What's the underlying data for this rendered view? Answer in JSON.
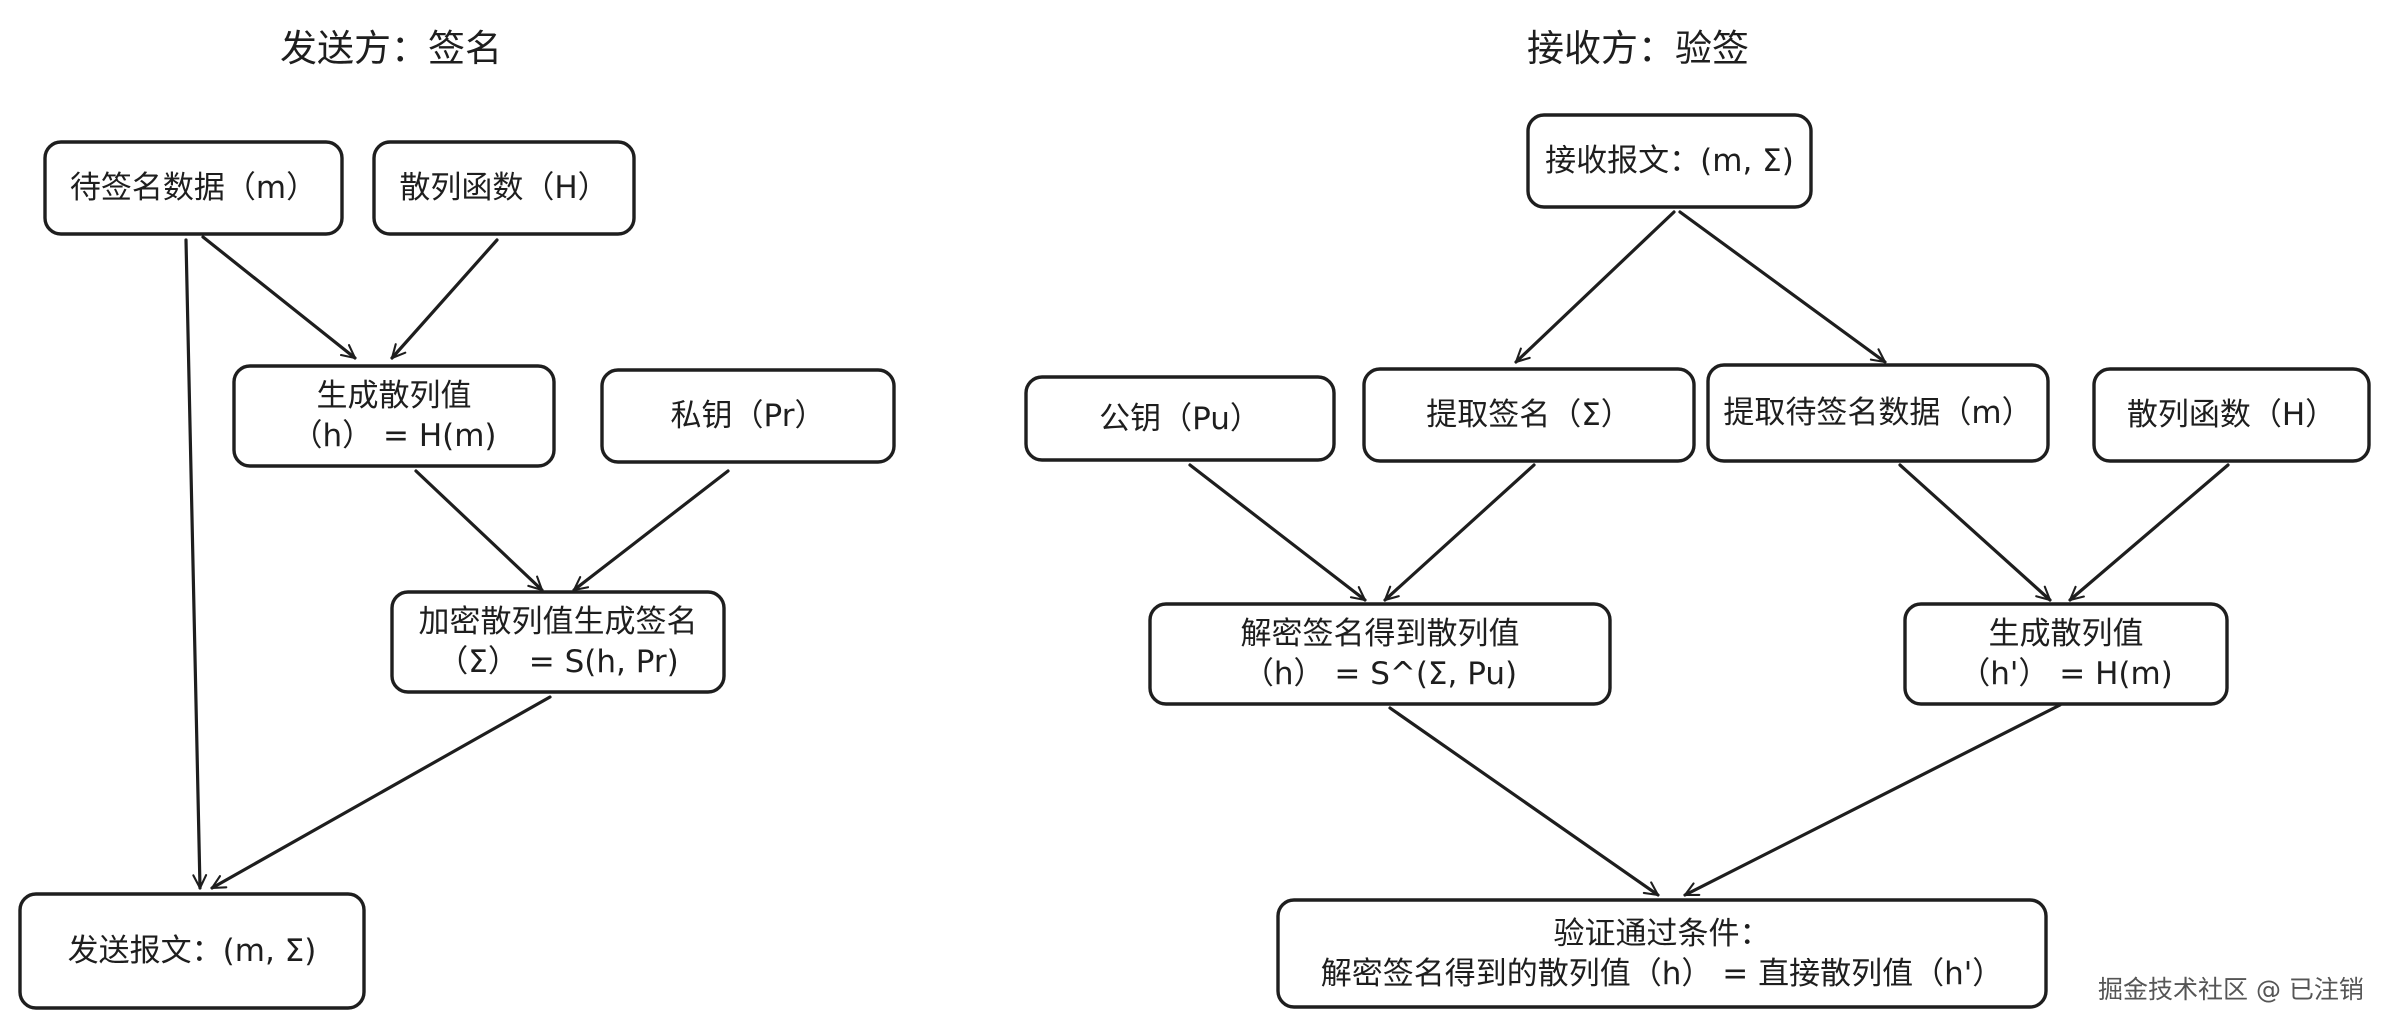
{
  "sender": {
    "title": "发送方：签名",
    "data_box": "待签名数据（m）",
    "hash_fn_box": "散列函数（H）",
    "hash_box": {
      "line1": "生成散列值",
      "line2": "（h） = H(m)"
    },
    "private_key_box": "私钥（Pr）",
    "encrypt_box": {
      "line1": "加密散列值生成签名",
      "line2": "（Σ） = S(h, Pr)"
    },
    "send_box": "发送报文：(m, Σ)"
  },
  "receiver": {
    "title": "接收方：验签",
    "receive_box": "接收报文：(m, Σ)",
    "public_key_box": "公钥（Pu）",
    "extract_sig_box": "提取签名（Σ）",
    "extract_data_box": "提取待签名数据（m）",
    "hash_fn_box": "散列函数（H）",
    "decrypt_box": {
      "line1": "解密签名得到散列值",
      "line2": "（h） = S^(Σ, Pu)"
    },
    "hash_box": {
      "line1": "生成散列值",
      "line2": "（h'） = H(m)"
    },
    "verify_box": {
      "line1": "验证通过条件：",
      "line2": "解密签名得到的散列值（h）  = 直接散列值（h'）"
    }
  },
  "watermark": "掘金技术社区 @ 已注销"
}
